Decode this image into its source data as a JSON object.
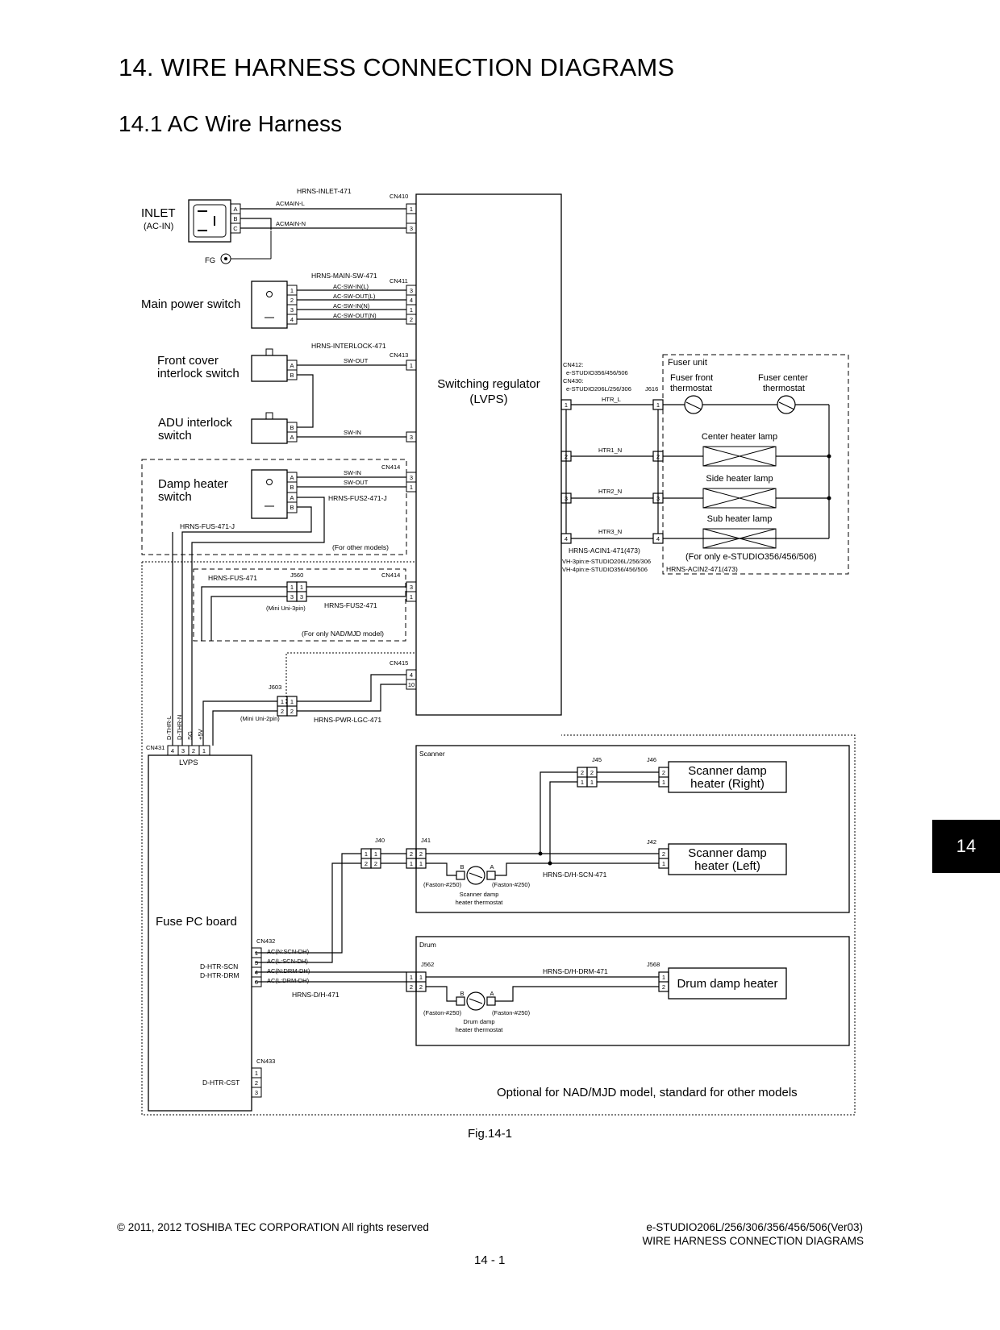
{
  "title": "14. WIRE HARNESS CONNECTION DIAGRAMS",
  "subtitle": "14.1    AC Wire Harness",
  "tab_number": "14",
  "figure_caption": "Fig.14-1",
  "footer": {
    "copyright": "© 2011, 2012 TOSHIBA TEC CORPORATION All rights reserved",
    "model": "e-STUDIO206L/256/306/356/456/506(Ver03)",
    "section": "WIRE HARNESS CONNECTION DIAGRAMS",
    "page": "14 - 1"
  },
  "diagram": {
    "components": {
      "inlet": "INLET",
      "inlet_sub": "(AC-IN)",
      "fg": "FG",
      "main_switch": "Main power switch",
      "front_cover_1": "Front cover",
      "front_cover_2": "interlock switch",
      "adu_1": "ADU interlock",
      "adu_2": "switch",
      "damp_sw_1": "Damp heater",
      "damp_sw_2": "switch",
      "lvps_1": "Switching regulator",
      "lvps_2": "(LVPS)",
      "fuser_unit": "Fuser unit",
      "fuser_front_1": "Fuser front",
      "fuser_front_2": "thermostat",
      "fuser_center_1": "Fuser center",
      "fuser_center_2": "thermostat",
      "center_lamp": "Center heater lamp",
      "side_lamp": "Side heater lamp",
      "sub_lamp": "Sub heater lamp",
      "fuse_pc": "Fuse PC board",
      "lvps_small": "LVPS",
      "scanner": "Scanner",
      "scan_right_1": "Scanner damp",
      "scan_right_2": "heater (Right)",
      "scan_left_1": "Scanner damp",
      "scan_left_2": "heater (Left)",
      "drum": "Drum",
      "drum_heater": "Drum damp heater",
      "scan_thermo_1": "Scanner damp",
      "scan_thermo_2": "heater thermostat",
      "drum_thermo_1": "Drum damp",
      "drum_thermo_2": "heater thermostat",
      "faston": "(Faston-#250)"
    },
    "harnesses": {
      "inlet": "HRNS-INLET-471",
      "main_sw": "HRNS-MAIN-SW-471",
      "interlock": "HRNS-INTERLOCK-471",
      "fus2_j": "HRNS-FUS2-471-J",
      "fus_j": "HRNS-FUS-471-J",
      "fus": "HRNS-FUS-471",
      "fus2": "HRNS-FUS2-471",
      "pwr_lgc": "HRNS-PWR-LGC-471",
      "acin1": "HRNS-ACIN1-471(473)",
      "acin2": "HRNS-ACIN2-471(473)",
      "dh_scn": "HRNS-D/H-SCN-471",
      "dh_drm": "HRNS-D/H-DRM-471",
      "dh": "HRNS-D/H-471"
    },
    "wires": {
      "acmain_l": "ACMAIN-L",
      "acmain_n": "ACMAIN-N",
      "ac_sw_in_l": "AC-SW-IN(L)",
      "ac_sw_out_l": "AC-SW-OUT(L)",
      "ac_sw_in_n": "AC-SW-IN(N)",
      "ac_sw_out_n": "AC-SW-OUT(N)",
      "sw_out": "SW-OUT",
      "sw_in": "SW-IN",
      "htr_l": "HTR_L",
      "htr1_n": "HTR1_N",
      "htr2_n": "HTR2_N",
      "htr3_n": "HTR3_N",
      "ac_n_scn": "AC(N:SCN-DH)",
      "ac_l_scn": "AC(L:SCN-DH)",
      "ac_n_drm": "AC(N:DRM-DH)",
      "ac_l_drm": "AC(L:DRM-DH)",
      "d_thr_l": "D-THR-L",
      "d_thr_n": "D-THR-N",
      "sg": "SG",
      "p5v": "+5V",
      "d_htr_scn": "D-HTR-SCN",
      "d_htr_drm": "D-HTR-DRM",
      "d_htr_cst": "D-HTR-CST"
    },
    "connectors": {
      "cn410": "CN410",
      "cn411": "CN411",
      "cn413": "CN413",
      "cn414": "CN414",
      "cn415": "CN415",
      "cn412": "CN412:",
      "cn412_models": "e-STUDIO356/456/506",
      "cn430": "CN430:",
      "cn430_models": "e-STUDIO206L/256/306",
      "j616": "J616",
      "j560": "J560",
      "j603": "J603",
      "cn431": "CN431",
      "cn432": "CN432",
      "cn433": "CN433",
      "j40": "J40",
      "j41": "J41",
      "j42": "J42",
      "j45": "J45",
      "j46": "J46",
      "j562": "J562",
      "j568": "J568",
      "mini3": "(Mini Uni-3pin)",
      "mini2": "(Mini Uni-2pin)"
    },
    "notes": {
      "other_models": "(For other models)",
      "nad_mjd": "(For only NAD/MJD model)",
      "only_356": "(For only e-STUDIO356/456/506)",
      "vh3": "VH-3pin:e-STUDIO206L/256/306",
      "vh4": "VH-4pin:e-STUDIO356/456/506",
      "optional": "Optional for NAD/MJD model, standard for other models"
    },
    "pins": {
      "p1": "1",
      "p2": "2",
      "p3": "3",
      "p4": "4",
      "p6": "6",
      "p10": "10",
      "a": "A",
      "b": "B",
      "c": "C"
    }
  }
}
